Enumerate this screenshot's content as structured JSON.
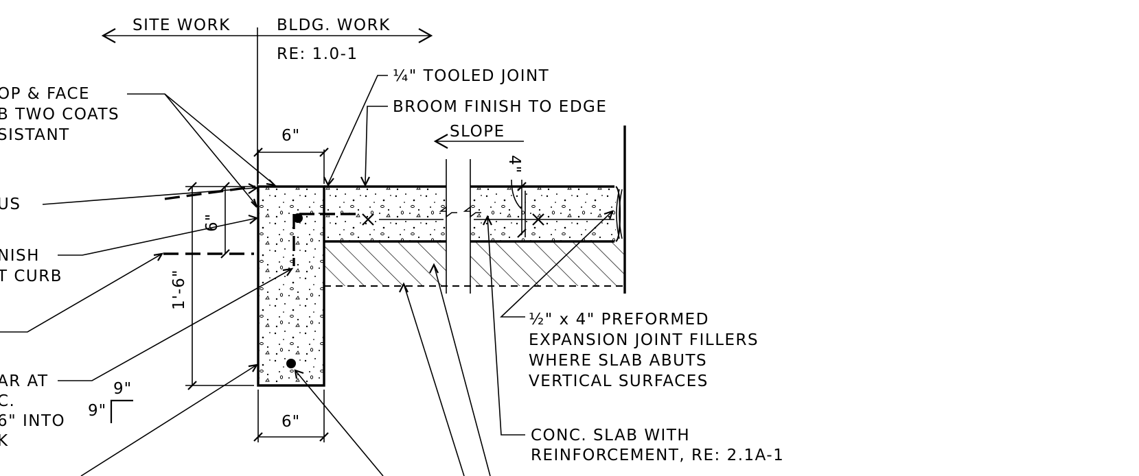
{
  "drawing": {
    "site_work": "SITE WORK",
    "bldg_work": "BLDG. WORK",
    "bldg_ref": "RE: 1.0-1",
    "tooled_joint": "¼\" TOOLED JOINT",
    "broom_finish": "BROOM FINISH TO EDGE",
    "slope": "SLOPE",
    "dim_top_width": "6\"",
    "dim_bottom_width": "6\"",
    "dim_slab_thickness": "4\"",
    "dim_curb_reveal": "6\"",
    "dim_curb_height": "1'-6\"",
    "left_note_1": [
      "OP & FACE",
      "B TWO COATS",
      "SISTANT"
    ],
    "left_note_2": "US",
    "left_note_3": [
      "NISH",
      "T CURB"
    ],
    "left_note_4": [
      "AR AT",
      "C.",
      "6\" INTO",
      "K"
    ],
    "bend_dim_a": "9\"",
    "bend_dim_b": "9\"",
    "expansion_note": [
      "½\" x 4\" PREFORMED",
      "EXPANSION JOINT FILLERS",
      "WHERE SLAB ABUTS",
      "VERTICAL SURFACES"
    ],
    "slab_note": [
      "CONC. SLAB WITH",
      "REINFORCEMENT, RE: 2.1A-1"
    ]
  }
}
